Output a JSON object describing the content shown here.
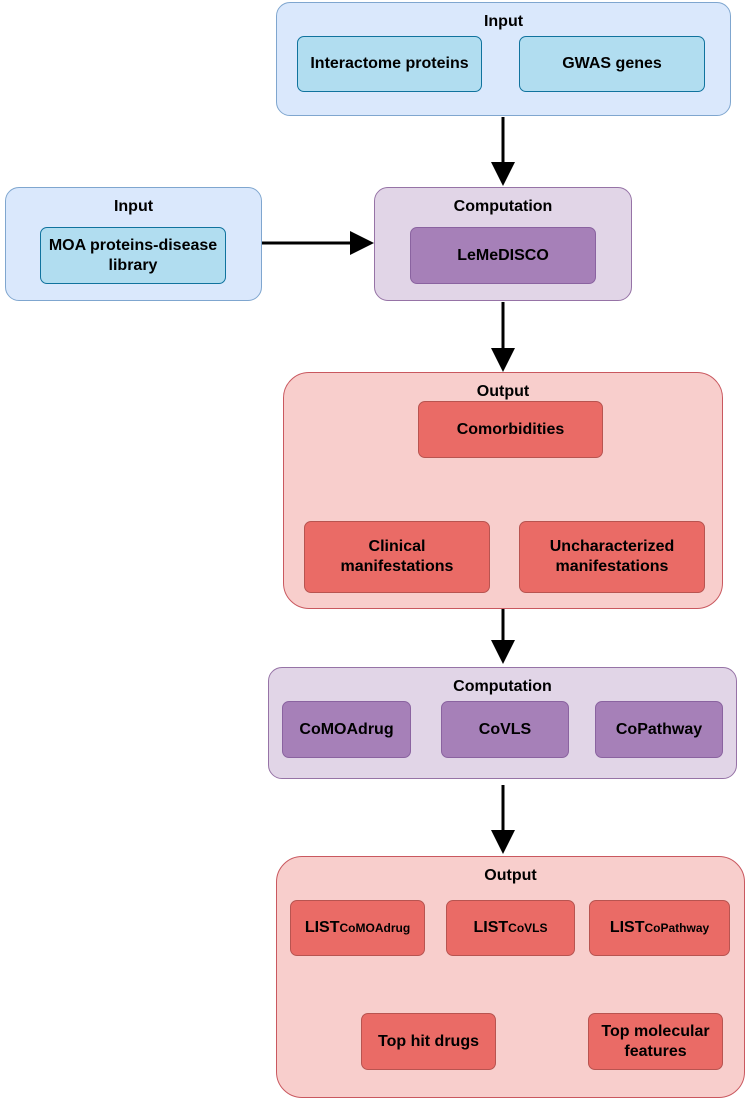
{
  "top_input": {
    "title": "Input",
    "items": [
      "Interactome proteins",
      "GWAS genes"
    ]
  },
  "side_input": {
    "title": "Input",
    "items": [
      "MOA proteins-disease library"
    ]
  },
  "computation1": {
    "title": "Computation",
    "items": [
      "LeMeDISCO"
    ]
  },
  "output1": {
    "title": "Output",
    "comorbidities": "Comorbidities",
    "clinical": "Clinical manifestations",
    "uncharacterized": "Uncharacterized manifestations"
  },
  "computation2": {
    "title": "Computation",
    "items": [
      "CoMOAdrug",
      "CoVLS",
      "CoPathway"
    ]
  },
  "output2": {
    "title": "Output",
    "lists": [
      {
        "base": "LIST",
        "sub": "CoMOAdrug"
      },
      {
        "base": "LIST",
        "sub": "CoVLS"
      },
      {
        "base": "LIST",
        "sub": "CoPathway"
      }
    ],
    "top_hit_drugs": "Top hit drugs",
    "top_molecular_features": "Top molecular features"
  },
  "colors": {
    "input_group": "#dae8fc",
    "input_box": "#b1ddf0",
    "computation_group": "#e1d5e7",
    "computation_box": "#a680b8",
    "output_group": "#f8cecc",
    "output_box": "#ea6b66"
  }
}
